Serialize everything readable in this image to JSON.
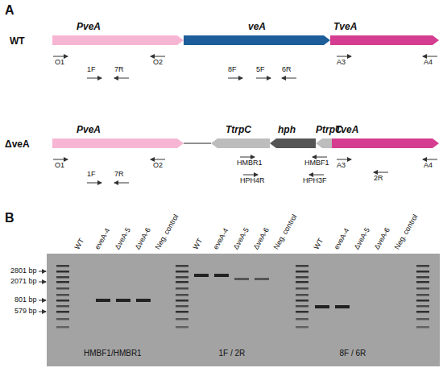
{
  "diagram": {
    "nodes": [
      {
        "text": [
          "PveA"
        ]
      },
      {
        "text": [
          "veA"
        ]
      },
      {
        "text": [
          "TveA"
        ]
      },
      {
        "text": [
          "PveA"
        ]
      },
      {
        "text": [
          "TtrpC"
        ]
      },
      {
        "text": [
          "hph"
        ]
      },
      {
        "text": [
          "PtrpC"
        ]
      },
      {
        "text": [
          "TveA"
        ]
      }
    ],
    "edges": [
      {
        "from": 3,
        "to": 4,
        "arrow": "none"
      }
    ],
    "labels": [
      "A",
      "WT",
      "O1",
      "O2",
      "1F",
      "7R",
      "8F",
      "5F",
      "6R",
      "A3",
      "A4",
      "ΔveA",
      "O1",
      "O2",
      "1F",
      "7R",
      "HMBR1",
      "HMBF1",
      "HPH4R",
      "HPH3F",
      "A3",
      "2R",
      "A4",
      "B",
      "WT",
      "eveA-4",
      "ΔveA-5",
      "ΔveA-6",
      "Neg. control",
      "WT",
      "eveA-4",
      "ΔveA-5",
      "ΔveA-6",
      "Neg. control",
      "WT",
      "eveA-4",
      "ΔveA-5",
      "ΔveA-6",
      "Neg. control",
      "2801 bp",
      "2071 bp",
      "801 bp",
      "579 bp",
      "HMBF1/HMBR1",
      "1F / 2R",
      "8F / 6R"
    ]
  }
}
